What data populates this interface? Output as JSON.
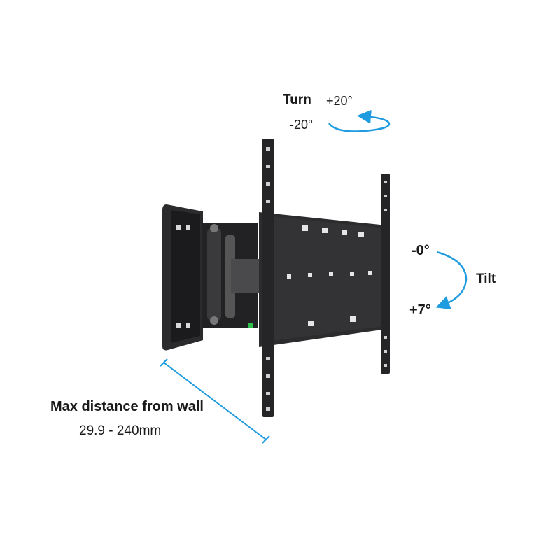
{
  "turn": {
    "label": "Turn",
    "plus": "+20°",
    "minus": "-20°"
  },
  "tilt": {
    "label": "Tilt",
    "zero": "-0°",
    "plus": "+7°"
  },
  "distance": {
    "title": "Max distance from wall",
    "value": "29.9 - 240mm"
  },
  "colors": {
    "accent": "#1f9be0",
    "mount": "#2a2a2c",
    "background": "#ffffff"
  }
}
